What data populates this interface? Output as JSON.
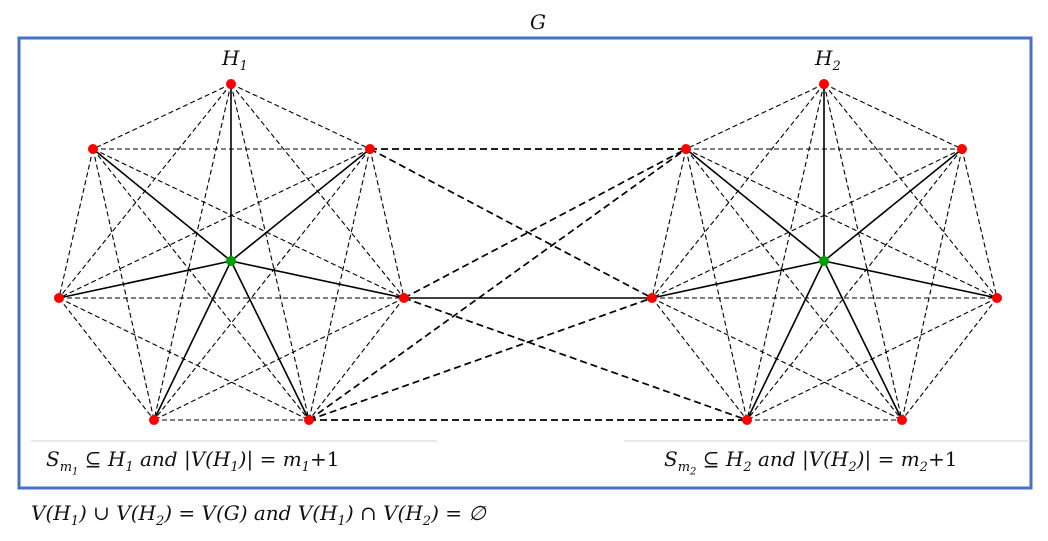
{
  "title": "G",
  "subgraphs": [
    {
      "name": "H",
      "subscript": "1",
      "note": {
        "s": "S",
        "sm": "m",
        "smsub": "1",
        "rel": " ⊆ ",
        "h": "H",
        "hsub": "1",
        "and": " and ",
        "v": "|V(H",
        "vsub": "1",
        "eq": ")| = ",
        "m": "m",
        "msub": "1",
        "plus": "+1"
      }
    },
    {
      "name": "H",
      "subscript": "2",
      "note": {
        "s": "S",
        "sm": "m",
        "smsub": "2",
        "rel": " ⊆ ",
        "h": "H",
        "hsub": "2",
        "and": " and ",
        "v": "|V(H",
        "vsub": "2",
        "eq": ")| = ",
        "m": "m",
        "msub": "2",
        "plus": "+1"
      }
    }
  ],
  "footer": {
    "a": "V(H",
    "asub": "1",
    "b": ") ∪ V(H",
    "bsub": "2",
    "c": ") = V(G)  and  V(H",
    "csub": "1",
    "d": ") ∩ V(H",
    "dsub": "2",
    "e": ") = ∅"
  },
  "colors": {
    "frame": "#4472c4",
    "vertex": "#ff0000",
    "center": "#00a000",
    "edge": "#000000"
  }
}
